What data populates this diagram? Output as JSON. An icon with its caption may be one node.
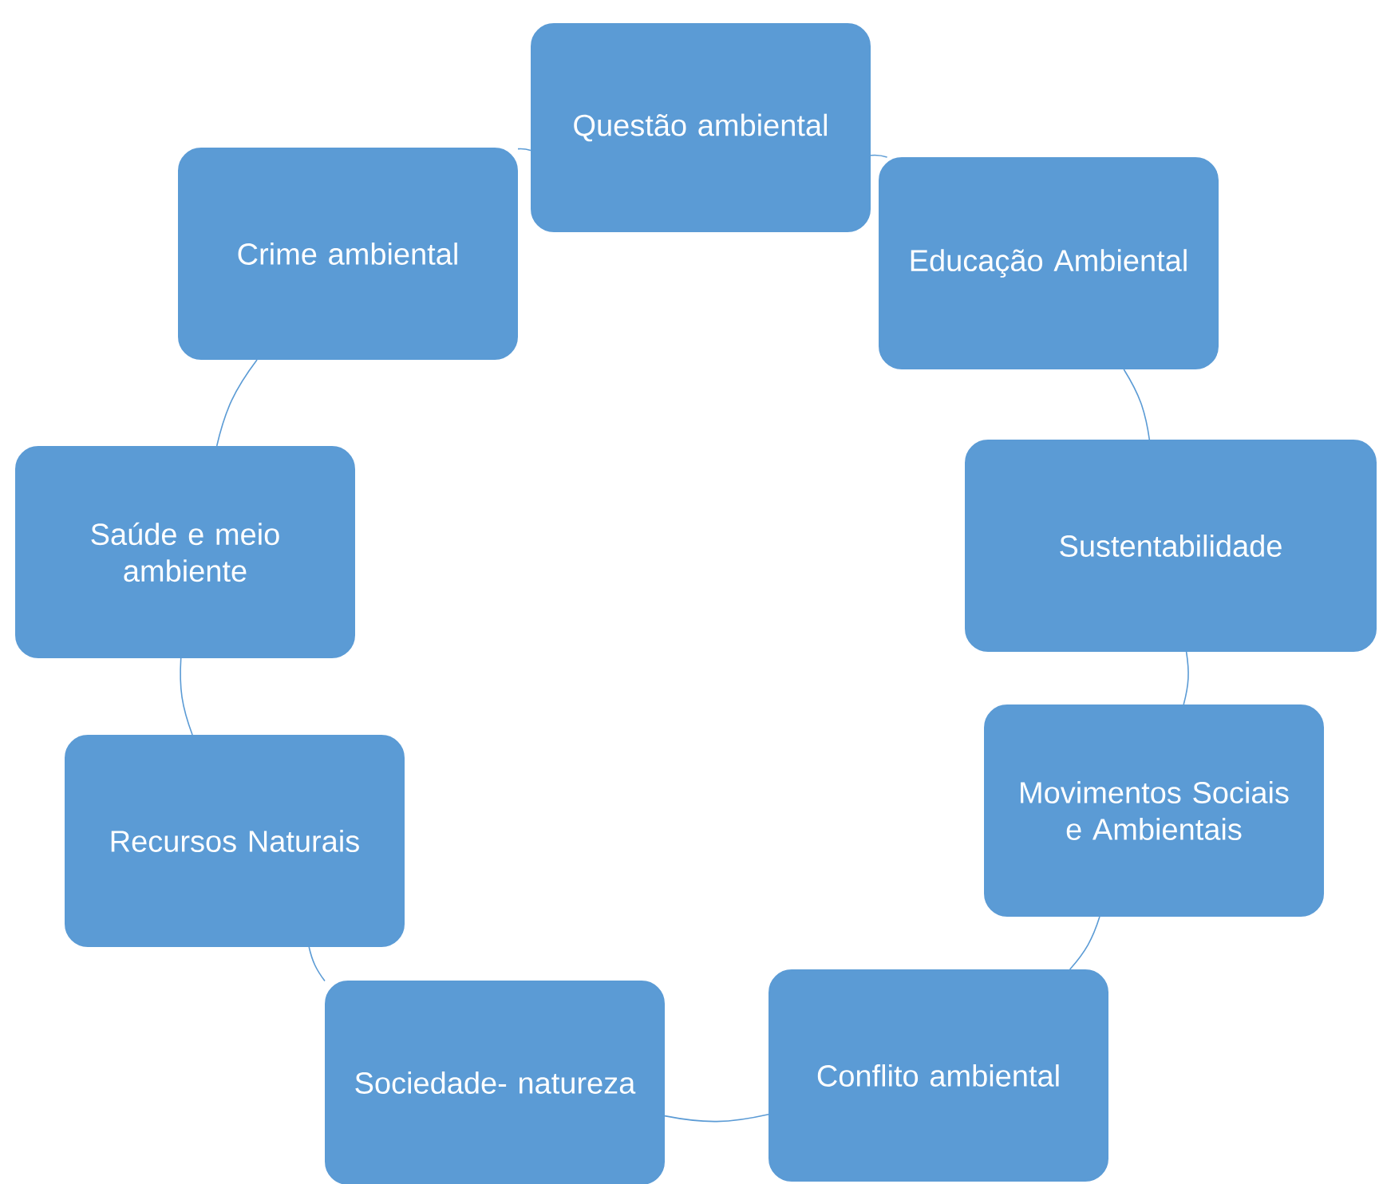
{
  "diagram": {
    "nodes": [
      {
        "text": [
          "Questão ambiental"
        ]
      },
      {
        "text": [
          "Crime ambiental"
        ]
      },
      {
        "text": [
          "Educação Ambiental"
        ]
      },
      {
        "text": [
          "Saúde e meio ambiente"
        ]
      },
      {
        "text": [
          "Sustentabilidade"
        ]
      },
      {
        "text": [
          "Recursos Naturais"
        ]
      },
      {
        "text": [
          "Movimentos Sociais e Ambientais"
        ]
      },
      {
        "text": [
          "Sociedade- natureza"
        ]
      },
      {
        "text": [
          "Conflito ambiental"
        ]
      }
    ],
    "edges": [
      {
        "from": 0,
        "to": 2,
        "arrow": "none"
      },
      {
        "from": 2,
        "to": 4,
        "arrow": "none"
      },
      {
        "from": 4,
        "to": 6,
        "arrow": "none"
      },
      {
        "from": 6,
        "to": 8,
        "arrow": "none"
      },
      {
        "from": 8,
        "to": 7,
        "arrow": "none"
      },
      {
        "from": 7,
        "to": 5,
        "arrow": "none"
      },
      {
        "from": 5,
        "to": 3,
        "arrow": "none"
      },
      {
        "from": 3,
        "to": 1,
        "arrow": "none"
      },
      {
        "from": 1,
        "to": 0,
        "arrow": "none"
      }
    ]
  }
}
